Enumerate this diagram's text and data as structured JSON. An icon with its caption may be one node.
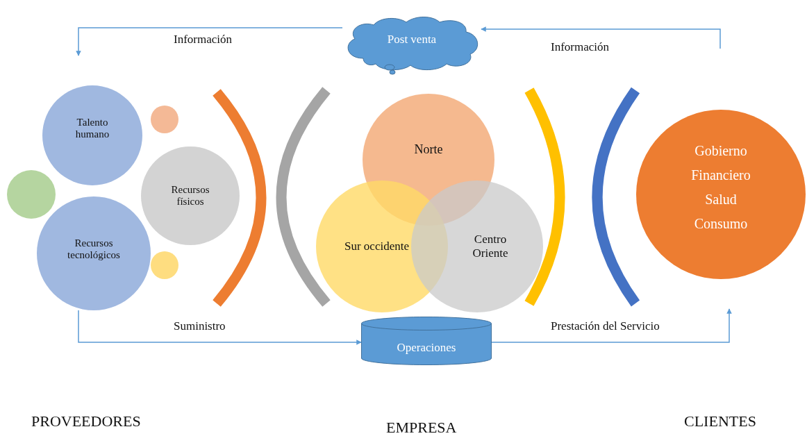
{
  "diagram": {
    "nodes": [
      {
        "text": [
          "Post venta"
        ]
      },
      {
        "text": [
          "Talento humano"
        ]
      },
      {
        "text": [],
        "shape": "circle"
      },
      {
        "text": [],
        "shape": "circle"
      },
      {
        "text": [
          "Recursos físicos"
        ]
      },
      {
        "text": [
          "Recursos tecnológicos"
        ]
      },
      {
        "text": [],
        "shape": "circle"
      },
      {
        "text": [
          "Norte"
        ]
      },
      {
        "text": [
          "Sur occidente"
        ]
      },
      {
        "text": [
          "Centro Oriente"
        ]
      },
      {
        "text": [
          "Gobierno",
          "Financiero",
          "Salud",
          "Consumo"
        ]
      },
      {
        "text": [
          "Operaciones"
        ]
      }
    ],
    "edges": [
      {
        "from": 0,
        "to": null,
        "arrow": "to",
        "label": "Información"
      },
      {
        "from": null,
        "to": 0,
        "arrow": "to",
        "label": "Información"
      },
      {
        "from": 5,
        "to": 11,
        "arrow": "to",
        "label": "Suministro"
      },
      {
        "from": 11,
        "to": null,
        "arrow": "to",
        "label": "Prestación del Servicio"
      }
    ],
    "labels": [
      "PROVEEDORES",
      "EMPRESA",
      "CLIENTES"
    ]
  }
}
